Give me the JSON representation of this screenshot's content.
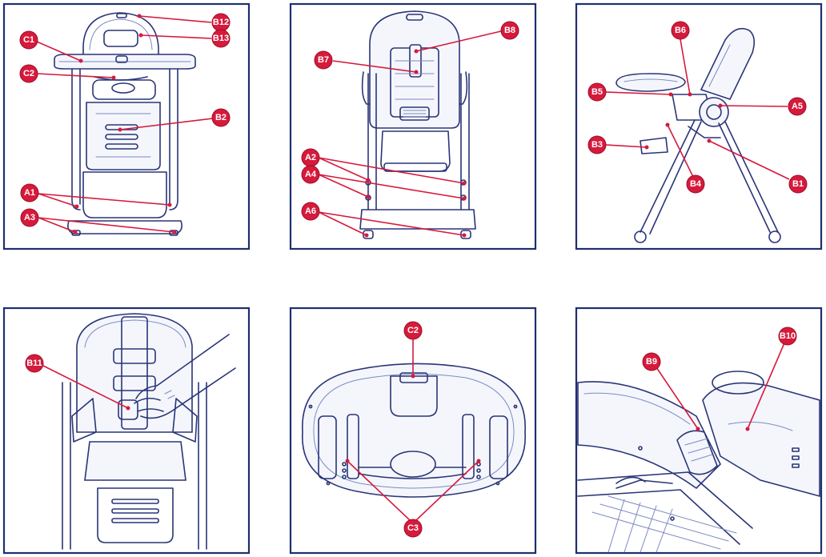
{
  "labels": {
    "B12": "B12",
    "B13": "B13",
    "C1": "C1",
    "C2": "C2",
    "B2": "B2",
    "A1": "A1",
    "A3": "A3",
    "B8": "B8",
    "B7": "B7",
    "A2": "A2",
    "A4": "A4",
    "A6": "A6",
    "B6": "B6",
    "B5": "B5",
    "A5": "A5",
    "B3": "B3",
    "B4": "B4",
    "B1": "B1",
    "B11": "B11",
    "C2b": "C2",
    "C3": "C3",
    "B9": "B9",
    "B10": "B10"
  },
  "colors": {
    "accent": "#d61a3c",
    "frame": "#1e2f6e",
    "ink": "#2a3577"
  }
}
